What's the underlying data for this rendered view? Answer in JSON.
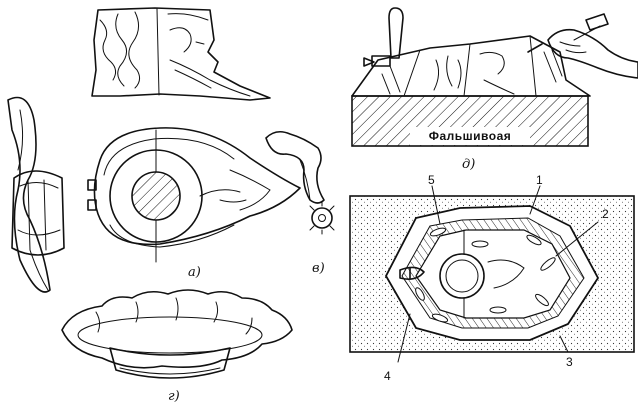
{
  "labels": {
    "a": "а)",
    "v": "в)",
    "g": "г)",
    "d": "д)",
    "plaque": "Фальшивоая"
  },
  "callouts": [
    "1",
    "2",
    "3",
    "4",
    "5"
  ]
}
